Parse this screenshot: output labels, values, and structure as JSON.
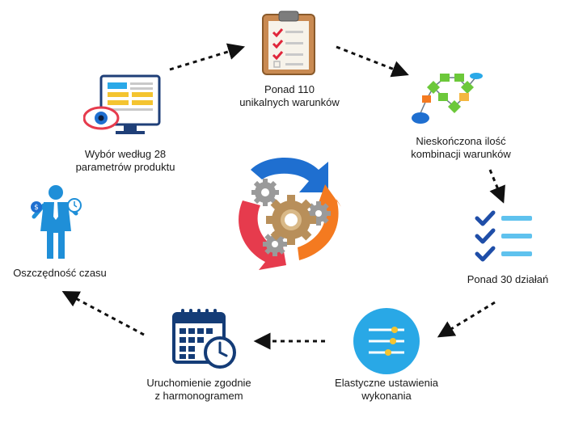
{
  "nodes": {
    "checklist": {
      "line1": "Ponad 110",
      "line2": "unikalnych warunków"
    },
    "flowchart": {
      "line1": "Nieskończona ilość",
      "line2": "kombinacji warunków"
    },
    "actions": {
      "line1": "Ponad 30 działań"
    },
    "settings": {
      "line1": "Elastyczne ustawienia",
      "line2": "wykonania"
    },
    "calendar": {
      "line1": "Uruchomienie zgodnie",
      "line2": "z harmonogramem"
    },
    "businessman": {
      "line1": "Oszczędność czasu"
    },
    "monitor": {
      "line1": "Wybór według 28",
      "line2": "parametrów produktu"
    }
  },
  "icons": {
    "checklist": "clipboard-checklist-icon",
    "flowchart": "flowchart-icon",
    "actions": "checkmark-list-icon",
    "settings": "sliders-icon",
    "calendar": "calendar-clock-icon",
    "businessman": "businessman-icon",
    "monitor": "monitor-eye-icon",
    "center": "gears-cycle-icon"
  },
  "colors": {
    "blue": "#1f6fd0",
    "dark_blue": "#143c77",
    "light_blue": "#2aa9e8",
    "orange": "#f47a20",
    "red": "#e63b4d",
    "green": "#6cc83a",
    "gray": "#9a9a9a",
    "brown": "#b88f5a",
    "arrow": "#111111"
  }
}
